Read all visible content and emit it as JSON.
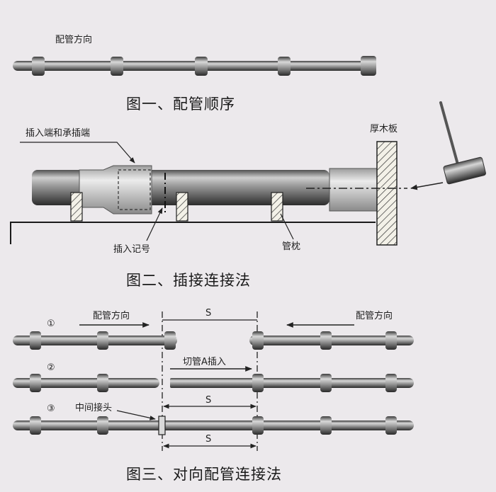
{
  "fig1": {
    "direction_label": "配管方向",
    "caption": "图一、配管顺序"
  },
  "fig2": {
    "socket_label": "插入端和承插端",
    "board_label": "厚木板",
    "mark_label": "插入记号",
    "pillow_label": "管枕",
    "caption": "图二、插接连接法"
  },
  "fig3": {
    "direction_left": "配管方向",
    "direction_right": "配管方向",
    "row_numbers": [
      "①",
      "②",
      "③"
    ],
    "cut_label": "切管A插入",
    "joint_label": "中间接头",
    "s_label": "S",
    "caption": "图三、对向配管连接法"
  }
}
